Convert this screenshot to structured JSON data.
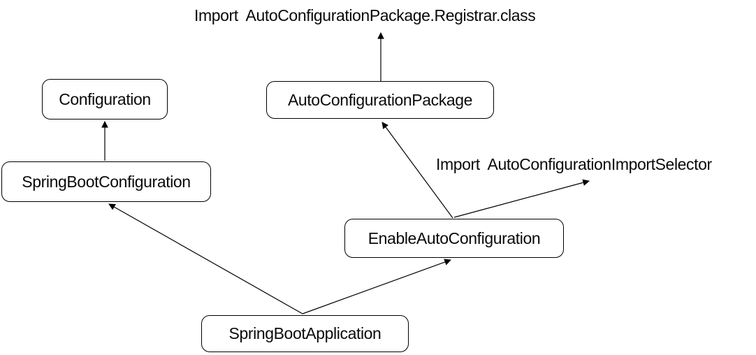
{
  "diagram": {
    "type": "annotation-hierarchy",
    "background_color": "#ffffff",
    "line_color": "#000000",
    "box_border_color": "#000000",
    "text_color": "#0a0a0a",
    "nodes": [
      {
        "id": "configuration",
        "label": "Configuration"
      },
      {
        "id": "auto-configuration-package",
        "label": "AutoConfigurationPackage"
      },
      {
        "id": "spring-boot-configuration",
        "label": "SpringBootConfiguration"
      },
      {
        "id": "enable-auto-configuration",
        "label": "EnableAutoConfiguration"
      },
      {
        "id": "spring-boot-application",
        "label": "SpringBootApplication"
      }
    ],
    "annotations": [
      {
        "id": "import-registrar",
        "text": "Import AutoConfigurationPackage.Registrar.class"
      },
      {
        "id": "import-selector",
        "text": "Import AutoConfigurationImportSelector"
      }
    ],
    "edges": [
      {
        "from": "spring-boot-configuration",
        "to": "configuration"
      },
      {
        "from": "auto-configuration-package",
        "to": "import-registrar"
      },
      {
        "from": "enable-auto-configuration",
        "to": "auto-configuration-package"
      },
      {
        "from": "enable-auto-configuration",
        "to": "import-selector"
      },
      {
        "from": "spring-boot-application",
        "to": "spring-boot-configuration"
      },
      {
        "from": "spring-boot-application",
        "to": "enable-auto-configuration"
      }
    ]
  }
}
